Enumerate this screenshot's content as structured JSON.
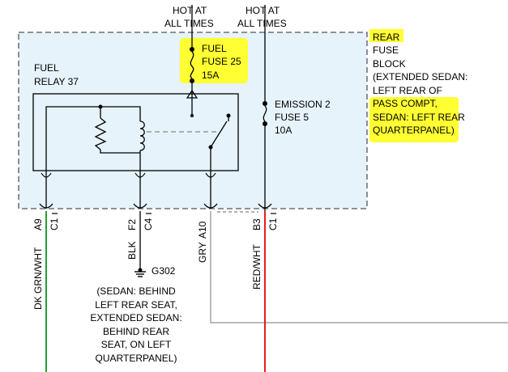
{
  "supply": {
    "left_line1": "HOT AT",
    "left_line2": "ALL TIMES",
    "right_line1": "HOT AT",
    "right_line2": "ALL TIMES"
  },
  "block_label": {
    "lines": [
      "REAR",
      "FUSE",
      "BLOCK",
      "(EXTENDED SEDAN:",
      "LEFT REAR OF",
      "PASS COMPT,",
      "SEDAN: LEFT REAR",
      "QUARTERPANEL)"
    ]
  },
  "fuel_fuse": {
    "line1": "FUEL",
    "line2": "FUSE 25",
    "line3": "15A"
  },
  "emission_fuse": {
    "line1": "EMISSION 2",
    "line2": "FUSE 5",
    "line3": "10A"
  },
  "relay": {
    "line1": "FUEL",
    "line2": "RELAY 37"
  },
  "connectors": {
    "c1_a": {
      "pin": "A9",
      "conn": "C1"
    },
    "c4": {
      "pin": "F2",
      "conn": "C4"
    },
    "c1_b": {
      "pin": "A10",
      "wire_color": "GRY"
    },
    "c1_c": {
      "pin": "B3",
      "conn": "C1"
    }
  },
  "wires": {
    "w1": {
      "label": "DK GRN/WHT",
      "color": "#22a22c"
    },
    "w2": {
      "label": "BLK",
      "color": "#555555"
    },
    "w3": {
      "label": "GRY",
      "color": "#bbbbbb"
    },
    "w4": {
      "label": "RED/WHT",
      "color": "#e81e1e"
    }
  },
  "ground": {
    "label": "G302",
    "location_lines": [
      "(SEDAN: BEHIND",
      "LEFT REAR SEAT,",
      "EXTENDED SEDAN:",
      "BEHIND REAR",
      "SEAT, ON LEFT",
      "QUARTERPANEL)"
    ]
  },
  "colors": {
    "block_fill": "#e6f3fa",
    "highlight": "#ffff33"
  }
}
